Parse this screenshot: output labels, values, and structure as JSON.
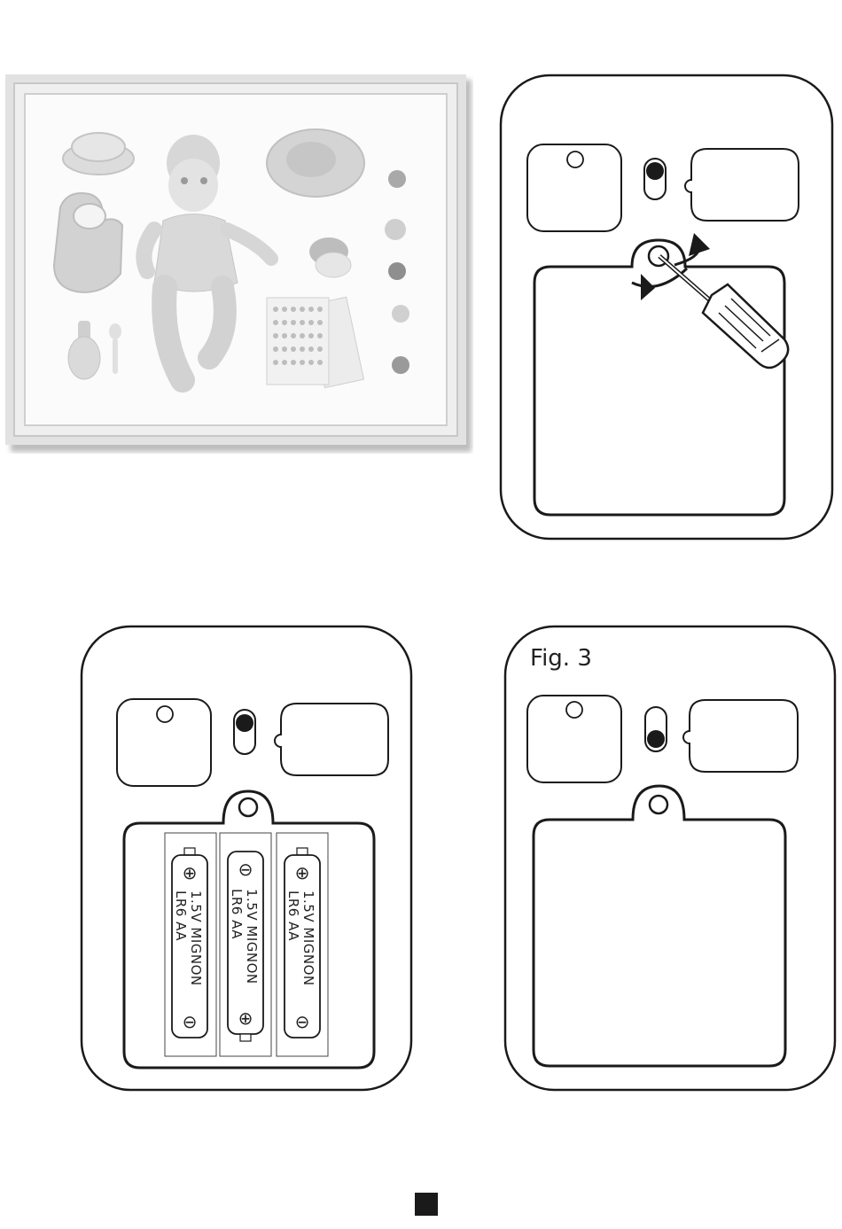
{
  "figures": {
    "fig3": {
      "label": "Fig. 3"
    }
  },
  "batteries": [
    {
      "line1": "1.5V MIGNON",
      "line2": "LR6 AA",
      "top_symbol": "⊕",
      "bottom_symbol": "⊖"
    },
    {
      "line1": "1.5V MIGNON",
      "line2": "LR6 AA",
      "top_symbol": "⊖",
      "bottom_symbol": "⊕"
    },
    {
      "line1": "1.5V MIGNON",
      "line2": "LR6 AA",
      "top_symbol": "⊕",
      "bottom_symbol": "⊖"
    }
  ],
  "icons": {
    "product_photo": "doll-set-photo",
    "screwdriver": "screwdriver-icon",
    "rotate_arrows": "rotate-arrows-icon",
    "page_marker": "square-marker-icon"
  },
  "colors": {
    "line": "#1a1a1a",
    "photo_frame": "#d9d9d9",
    "photo_bg": "#f4f4f4"
  }
}
